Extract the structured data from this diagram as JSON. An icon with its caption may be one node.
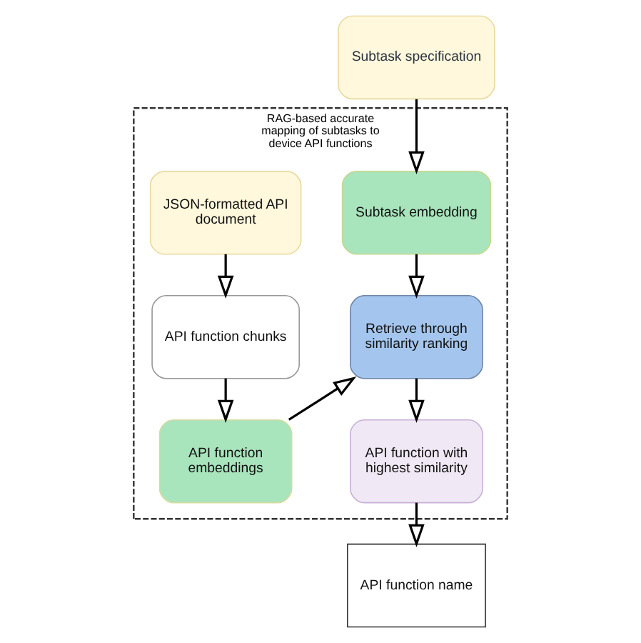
{
  "diagram": {
    "nodes": [
      {
        "text": [
          "Subtask specification"
        ]
      },
      {
        "text": [
          "RAG-based accurate mapping of subtasks to device API functions"
        ]
      },
      {
        "text": [
          "Subtask embedding"
        ],
        "in": 1
      },
      {
        "text": [
          "JSON-formatted API document"
        ],
        "in": 1
      },
      {
        "text": [
          "Retrieve through similarity ranking"
        ],
        "in": 1
      },
      {
        "text": [
          "API function chunks"
        ],
        "in": 1
      },
      {
        "text": [
          "API function with highest similarity"
        ],
        "in": 1
      },
      {
        "text": [
          "API function embeddings"
        ],
        "in": 1
      },
      {
        "text": [
          "API function name"
        ]
      }
    ],
    "edges": [
      {
        "from": 0,
        "to": 2,
        "arrow": "to"
      },
      {
        "from": 2,
        "to": 4,
        "arrow": "to"
      },
      {
        "from": 3,
        "to": 5,
        "arrow": "to"
      },
      {
        "from": 4,
        "to": 6,
        "arrow": "to"
      },
      {
        "from": 5,
        "to": 7,
        "arrow": "to"
      },
      {
        "from": 7,
        "to": 4,
        "arrow": "to"
      },
      {
        "from": 6,
        "to": 8,
        "arrow": "to"
      }
    ]
  }
}
